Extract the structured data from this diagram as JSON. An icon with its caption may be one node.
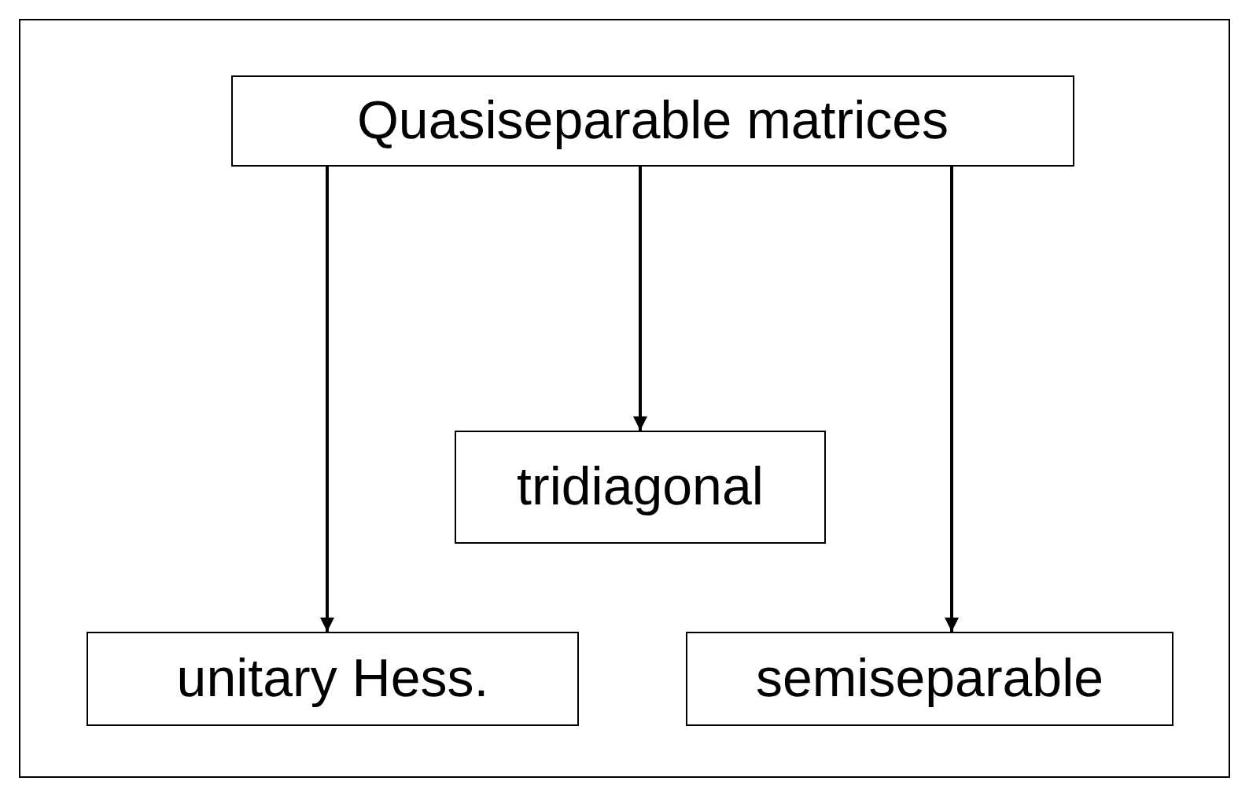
{
  "diagram": {
    "nodes": [
      {
        "text": [
          "Quasiseparable matrices"
        ]
      },
      {
        "text": [
          "tridiagonal"
        ]
      },
      {
        "text": [
          "unitary Hess."
        ]
      },
      {
        "text": [
          "semiseparable"
        ]
      }
    ],
    "edges": [
      {
        "from": 0,
        "to": 2,
        "arrow": "to"
      },
      {
        "from": 0,
        "to": 1,
        "arrow": "to"
      },
      {
        "from": 0,
        "to": 3,
        "arrow": "to"
      }
    ]
  }
}
